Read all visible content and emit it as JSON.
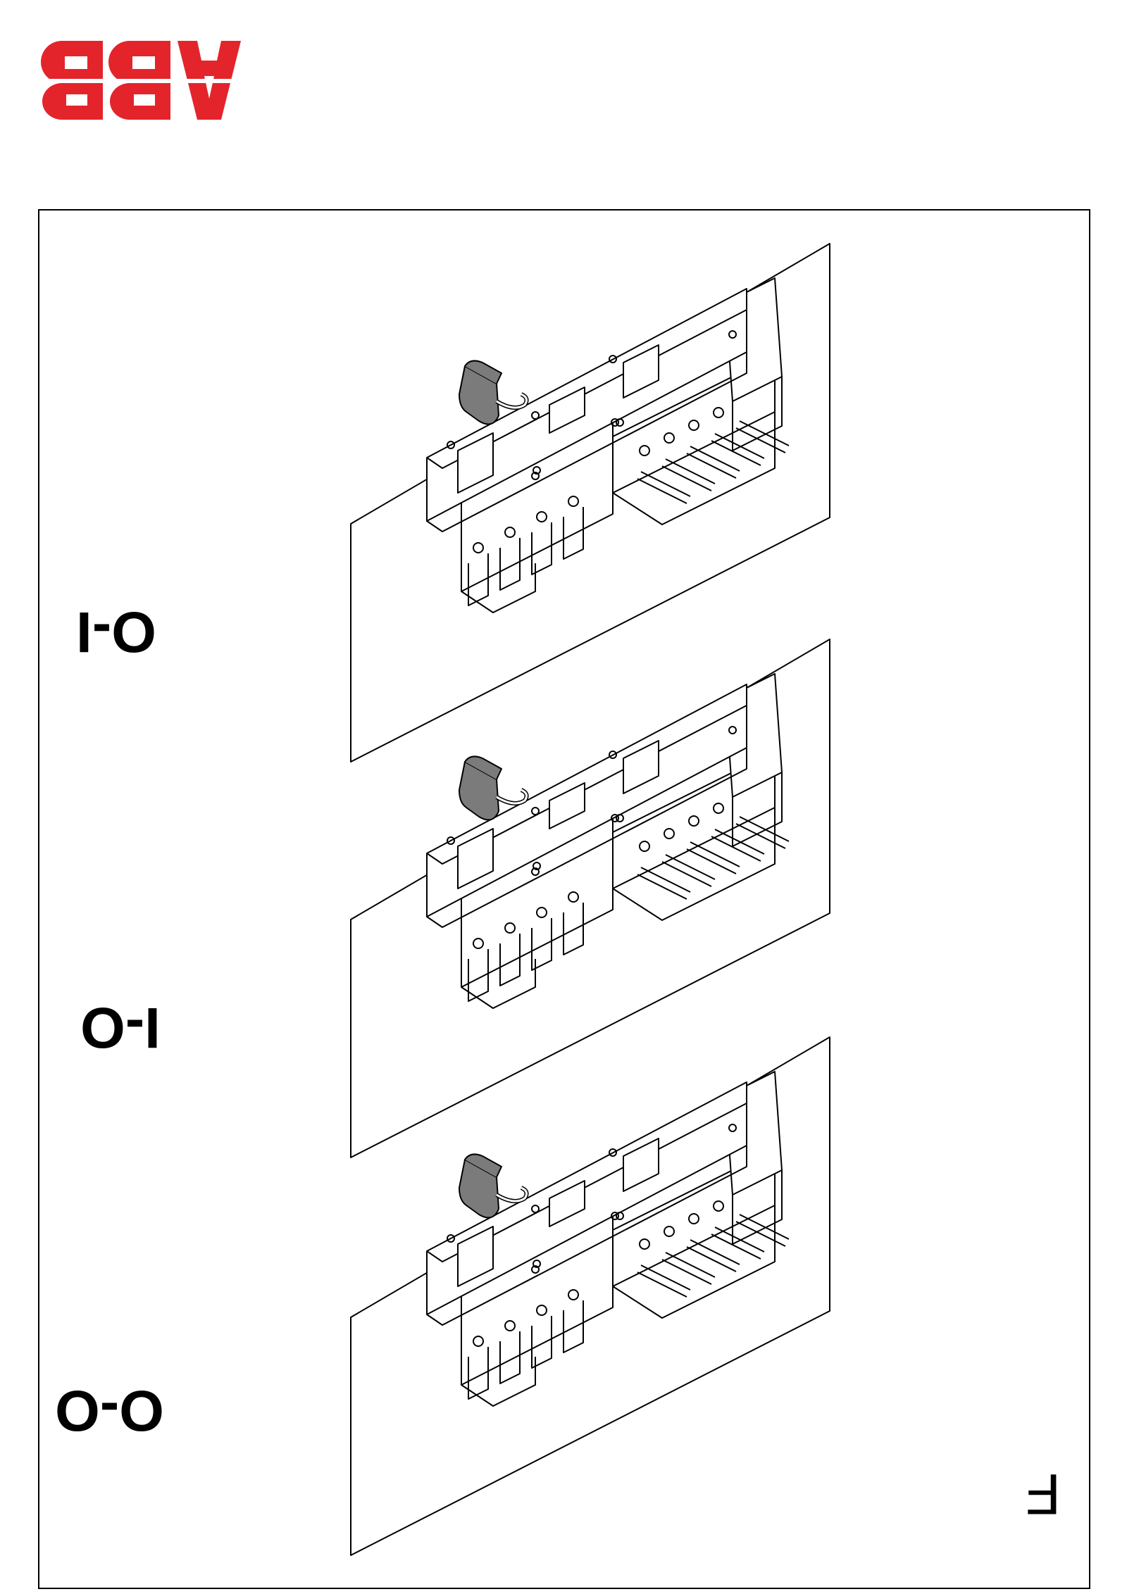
{
  "logo": {
    "text": "ABB",
    "color": "#e4242b"
  },
  "page_letter": "F",
  "states": [
    {
      "label": "O-I"
    },
    {
      "label": "I-O"
    },
    {
      "label": "O-O"
    }
  ],
  "icons": {
    "padlock": "padlock-icon"
  },
  "colors": {
    "padlock": "#7b7b7b",
    "line": "#000000"
  }
}
